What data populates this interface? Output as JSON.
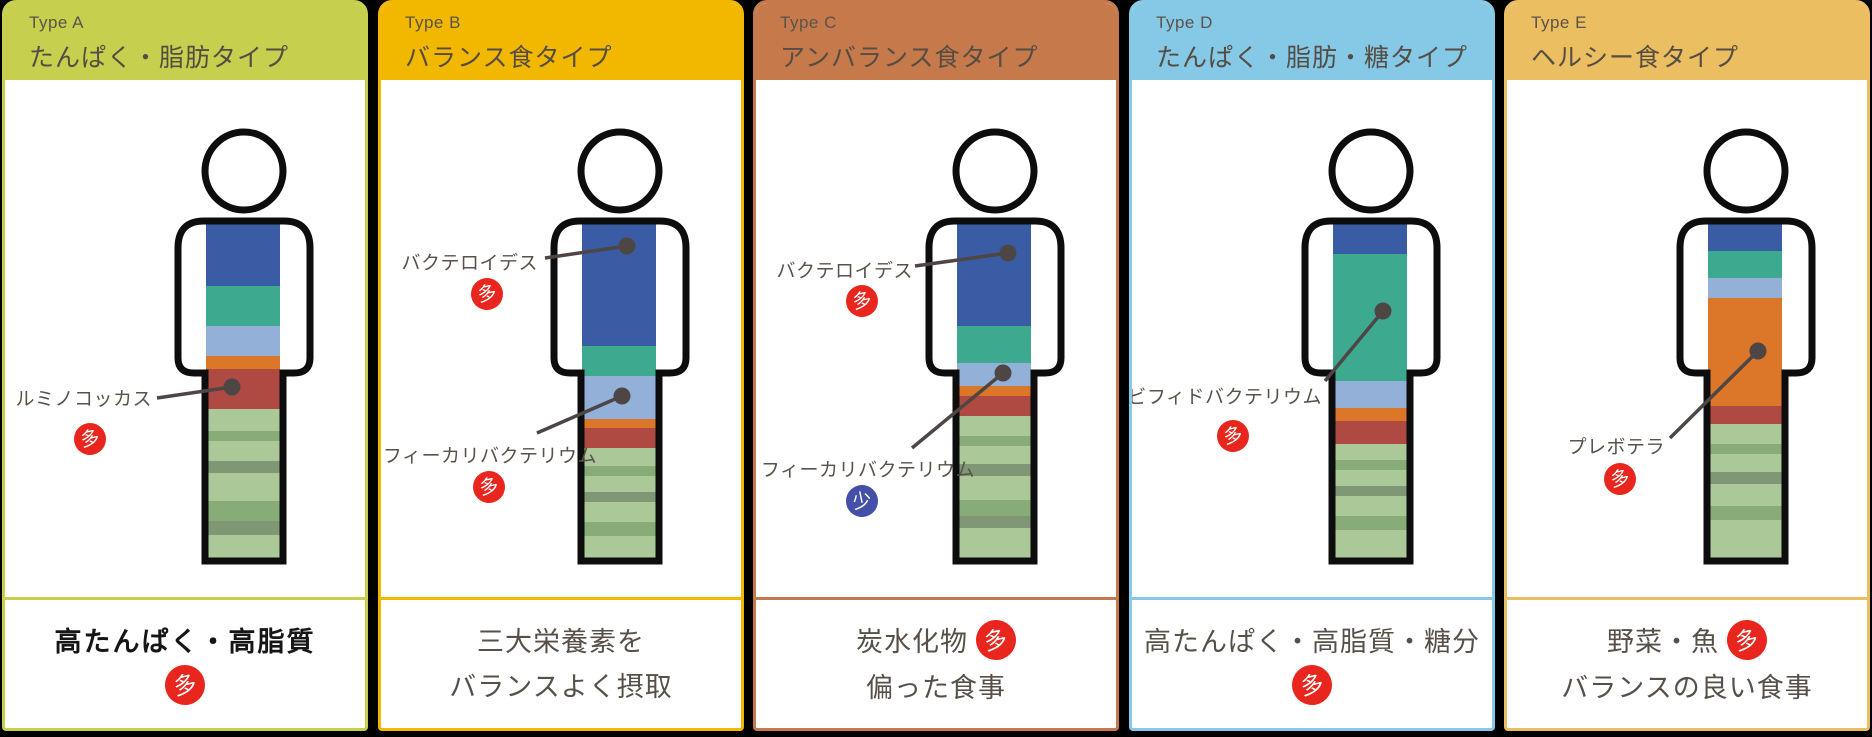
{
  "page": {
    "background": "#000000"
  },
  "badge_colors": {
    "many": "#e8261d",
    "few": "#4450a8"
  },
  "cards": [
    {
      "type_label": "Type A",
      "title": "たんぱく・脂肪タイプ",
      "accent": "#c6cf4e",
      "annotations": [
        {
          "label": "ルミノコッカス",
          "badge": "多",
          "badge_color": "#e8261d"
        }
      ],
      "bands": [
        {
          "name": "bacteroides",
          "color": "#3a5ca4",
          "h": 65
        },
        {
          "name": "bifidobacterium",
          "color": "#3daa8f",
          "h": 40
        },
        {
          "name": "faecalibacterium",
          "color": "#93b1d8",
          "h": 30
        },
        {
          "name": "prevotella",
          "color": "#dc7628",
          "h": 13
        },
        {
          "name": "ruminococcus",
          "color": "#ae4a42",
          "h": 40
        },
        {
          "name": "other",
          "color": "#abc899",
          "h": 22
        },
        {
          "name": "other",
          "color": "#87ac78",
          "h": 10
        },
        {
          "name": "other",
          "color": "#abc899",
          "h": 20
        },
        {
          "name": "other",
          "color": "#7f9774",
          "h": 12
        },
        {
          "name": "other",
          "color": "#abc899",
          "h": 28
        },
        {
          "name": "other",
          "color": "#87ac78",
          "h": 20
        },
        {
          "name": "other",
          "color": "#7f9774",
          "h": 14
        },
        {
          "name": "other",
          "color": "#abc899",
          "h": 26
        }
      ],
      "footer": {
        "line1": "高たんぱく・高脂質",
        "badge_below": "多",
        "badge_color": "#e8261d"
      }
    },
    {
      "type_label": "Type B",
      "title": "バランス食タイプ",
      "accent": "#f2b800",
      "annotations": [
        {
          "label": "バクテロイデス",
          "badge": "多",
          "badge_color": "#e8261d"
        },
        {
          "label": "フィーカリバクテリウム",
          "badge": "多",
          "badge_color": "#e8261d"
        }
      ],
      "bands": [
        {
          "name": "bacteroides",
          "color": "#3a5ca4",
          "h": 125
        },
        {
          "name": "bifidobacterium",
          "color": "#3daa8f",
          "h": 30
        },
        {
          "name": "faecalibacterium",
          "color": "#93b1d8",
          "h": 43
        },
        {
          "name": "prevotella",
          "color": "#dc7628",
          "h": 9
        },
        {
          "name": "ruminococcus",
          "color": "#ae4a42",
          "h": 20
        },
        {
          "name": "other",
          "color": "#abc899",
          "h": 18
        },
        {
          "name": "other",
          "color": "#87ac78",
          "h": 10
        },
        {
          "name": "other",
          "color": "#abc899",
          "h": 16
        },
        {
          "name": "other",
          "color": "#7f9774",
          "h": 10
        },
        {
          "name": "other",
          "color": "#abc899",
          "h": 20
        },
        {
          "name": "other",
          "color": "#87ac78",
          "h": 14
        },
        {
          "name": "other",
          "color": "#abc899",
          "h": 25
        }
      ],
      "footer": {
        "line1": "三大栄養素を",
        "line2": "バランスよく摂取"
      }
    },
    {
      "type_label": "Type C",
      "title": "アンバランス食タイプ",
      "accent": "#c67a4c",
      "annotations": [
        {
          "label": "バクテロイデス",
          "badge": "多",
          "badge_color": "#e8261d"
        },
        {
          "label": "フィーカリバクテリウム",
          "badge": "少",
          "badge_color": "#4450a8"
        }
      ],
      "bands": [
        {
          "name": "bacteroides",
          "color": "#3a5ca4",
          "h": 105
        },
        {
          "name": "bifidobacterium",
          "color": "#3daa8f",
          "h": 37
        },
        {
          "name": "faecalibacterium",
          "color": "#93b1d8",
          "h": 23
        },
        {
          "name": "prevotella",
          "color": "#dc7628",
          "h": 10
        },
        {
          "name": "ruminococcus",
          "color": "#ae4a42",
          "h": 20
        },
        {
          "name": "other",
          "color": "#abc899",
          "h": 20
        },
        {
          "name": "other",
          "color": "#87ac78",
          "h": 10
        },
        {
          "name": "other",
          "color": "#abc899",
          "h": 18
        },
        {
          "name": "other",
          "color": "#7f9774",
          "h": 12
        },
        {
          "name": "other",
          "color": "#abc899",
          "h": 24
        },
        {
          "name": "other",
          "color": "#87ac78",
          "h": 16
        },
        {
          "name": "other",
          "color": "#7f9774",
          "h": 12
        },
        {
          "name": "other",
          "color": "#abc899",
          "h": 33
        }
      ],
      "footer": {
        "line1": "炭水化物",
        "line1_badge": "多",
        "badge_color": "#e8261d",
        "line2": "偏った食事"
      }
    },
    {
      "type_label": "Type D",
      "title": "たんぱく・脂肪・糖タイプ",
      "accent": "#85c9e6",
      "annotations": [
        {
          "label": "ビフィドバクテリウム",
          "badge": "多",
          "badge_color": "#e8261d"
        }
      ],
      "bands": [
        {
          "name": "bacteroides",
          "color": "#3a5ca4",
          "h": 33
        },
        {
          "name": "bifidobacterium",
          "color": "#3daa8f",
          "h": 127
        },
        {
          "name": "faecalibacterium",
          "color": "#93b1d8",
          "h": 27
        },
        {
          "name": "prevotella",
          "color": "#dc7628",
          "h": 13
        },
        {
          "name": "ruminococcus",
          "color": "#ae4a42",
          "h": 23
        },
        {
          "name": "other",
          "color": "#abc899",
          "h": 16
        },
        {
          "name": "other",
          "color": "#87ac78",
          "h": 10
        },
        {
          "name": "other",
          "color": "#abc899",
          "h": 16
        },
        {
          "name": "other",
          "color": "#7f9774",
          "h": 10
        },
        {
          "name": "other",
          "color": "#abc899",
          "h": 20
        },
        {
          "name": "other",
          "color": "#87ac78",
          "h": 14
        },
        {
          "name": "other",
          "color": "#abc899",
          "h": 31
        }
      ],
      "footer": {
        "line1": "高たんぱく・高脂質・糖分",
        "badge_below": "多",
        "badge_color": "#e8261d"
      }
    },
    {
      "type_label": "Type E",
      "title": "ヘルシー食タイプ",
      "accent": "#ecbe62",
      "annotations": [
        {
          "label": "プレボテラ",
          "badge": "多",
          "badge_color": "#e8261d"
        }
      ],
      "bands": [
        {
          "name": "bacteroides",
          "color": "#3a5ca4",
          "h": 30
        },
        {
          "name": "bifidobacterium",
          "color": "#3daa8f",
          "h": 27
        },
        {
          "name": "faecalibacterium",
          "color": "#93b1d8",
          "h": 20
        },
        {
          "name": "prevotella",
          "color": "#dc7628",
          "h": 108
        },
        {
          "name": "ruminococcus",
          "color": "#ae4a42",
          "h": 18
        },
        {
          "name": "other",
          "color": "#abc899",
          "h": 20
        },
        {
          "name": "other",
          "color": "#87ac78",
          "h": 10
        },
        {
          "name": "other",
          "color": "#abc899",
          "h": 18
        },
        {
          "name": "other",
          "color": "#7f9774",
          "h": 12
        },
        {
          "name": "other",
          "color": "#abc899",
          "h": 22
        },
        {
          "name": "other",
          "color": "#87ac78",
          "h": 14
        },
        {
          "name": "other",
          "color": "#abc899",
          "h": 41
        }
      ],
      "footer": {
        "line1": "野菜・魚",
        "line1_badge": "多",
        "badge_color": "#e8261d",
        "line2": "バランスの良い食事"
      }
    }
  ]
}
